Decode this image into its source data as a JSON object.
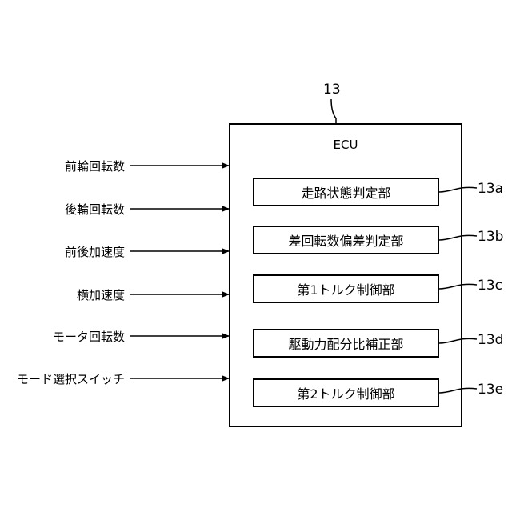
{
  "diagram": {
    "ecu_ref": "13",
    "ecu_title": "ECU",
    "inputs": [
      "前輪回転数",
      "後輪回転数",
      "前後加速度",
      "横加速度",
      "モータ回転数",
      "モード選択スイッチ"
    ],
    "blocks": [
      {
        "label": "走路状態判定部",
        "ref": "13a"
      },
      {
        "label": "差回転数偏差判定部",
        "ref": "13b"
      },
      {
        "label": "第1トルク制御部",
        "ref": "13c"
      },
      {
        "label": "駆動力配分比補正部",
        "ref": "13d"
      },
      {
        "label": "第2トルク制御部",
        "ref": "13e"
      }
    ]
  }
}
